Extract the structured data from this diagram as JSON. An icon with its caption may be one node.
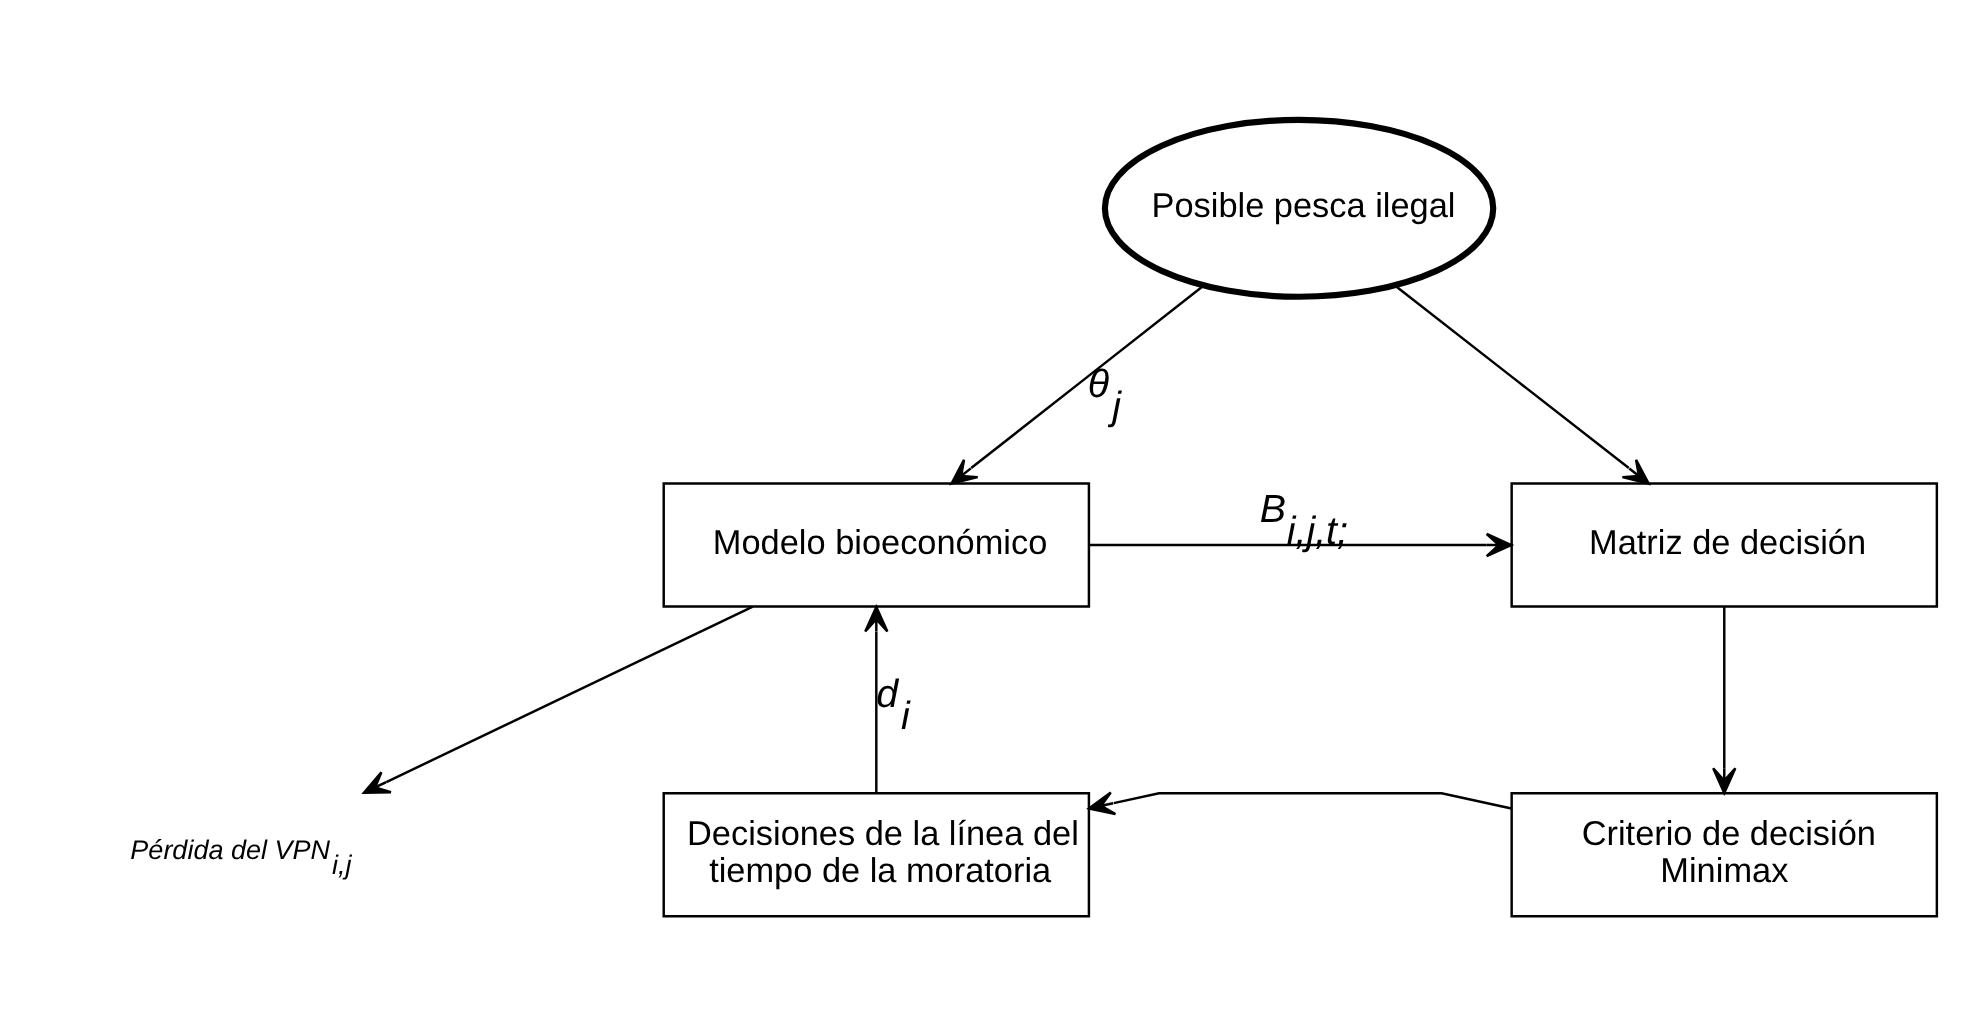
{
  "diagram": {
    "nodes": [
      {
        "text": [
          "Posible pesca ilegal"
        ]
      },
      {
        "text": [
          "Modelo bioeconómico"
        ]
      },
      {
        "text": [
          "Matriz de decisión"
        ]
      },
      {
        "text": [
          "Pérdida del VPN$_{i,j}$"
        ]
      },
      {
        "text": [
          "Criterio de decisión Minimax"
        ]
      },
      {
        "text": [
          "Decisiones de la línea del tiempo de la moratoria"
        ]
      }
    ],
    "edges": [
      {
        "from": 0,
        "to": 1,
        "arrow": "to",
        "label": "θ$_{j}$"
      },
      {
        "from": 0,
        "to": 2,
        "arrow": "to"
      },
      {
        "from": 1,
        "to": 2,
        "arrow": "to",
        "label": "B$_{i,j,t;}$"
      },
      {
        "from": 1,
        "to": 3,
        "arrow": "to"
      },
      {
        "from": 2,
        "to": 4,
        "arrow": "to"
      },
      {
        "from": 4,
        "to": 5,
        "arrow": "to"
      },
      {
        "from": 5,
        "to": 1,
        "arrow": "to",
        "label": "d$_{i}$"
      }
    ]
  }
}
